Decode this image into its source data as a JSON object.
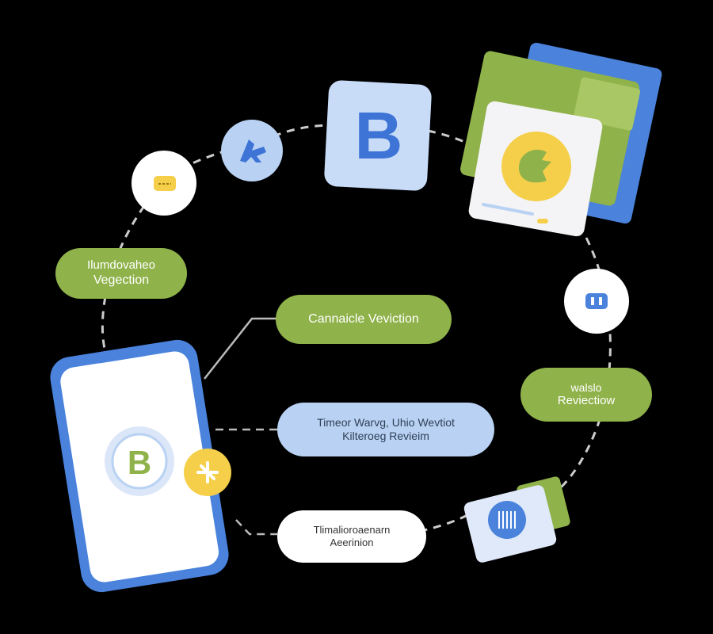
{
  "colors": {
    "background": "#000000",
    "green": "#8fb24a",
    "blue": "#4a82dc",
    "light_blue": "#b9d2f3",
    "yellow": "#f5cf4a",
    "white": "#ffffff",
    "dash": "#cccccc"
  },
  "icons": {
    "top_left": "chat-bubble-icon",
    "top": "airplane-icon",
    "tile": "letter-b-icon",
    "folder": "folder-with-document-icon",
    "right": "pause-icon",
    "phone": "smartphone-icon",
    "phone_badge": "letter-b-icon",
    "phone_connector": "scissors-icon",
    "card": "barcode-card-icon"
  },
  "labels": {
    "left": {
      "line1": "Ilumdovaheo",
      "line2": "Vegection"
    },
    "center_top": {
      "line1": "Cannaicle Veviction"
    },
    "center_mid": {
      "line1": "Timeor Warvg, Uhio Wevtiot",
      "line2": "Kilteroeg Revieim"
    },
    "center_bottom": {
      "line1": "Tlimalioroaenarn",
      "line2": "Aeerinion"
    },
    "right": {
      "line1": "walslo",
      "line2": "Reviectiow"
    }
  },
  "tile_letter": "B",
  "phone_letter": "B"
}
